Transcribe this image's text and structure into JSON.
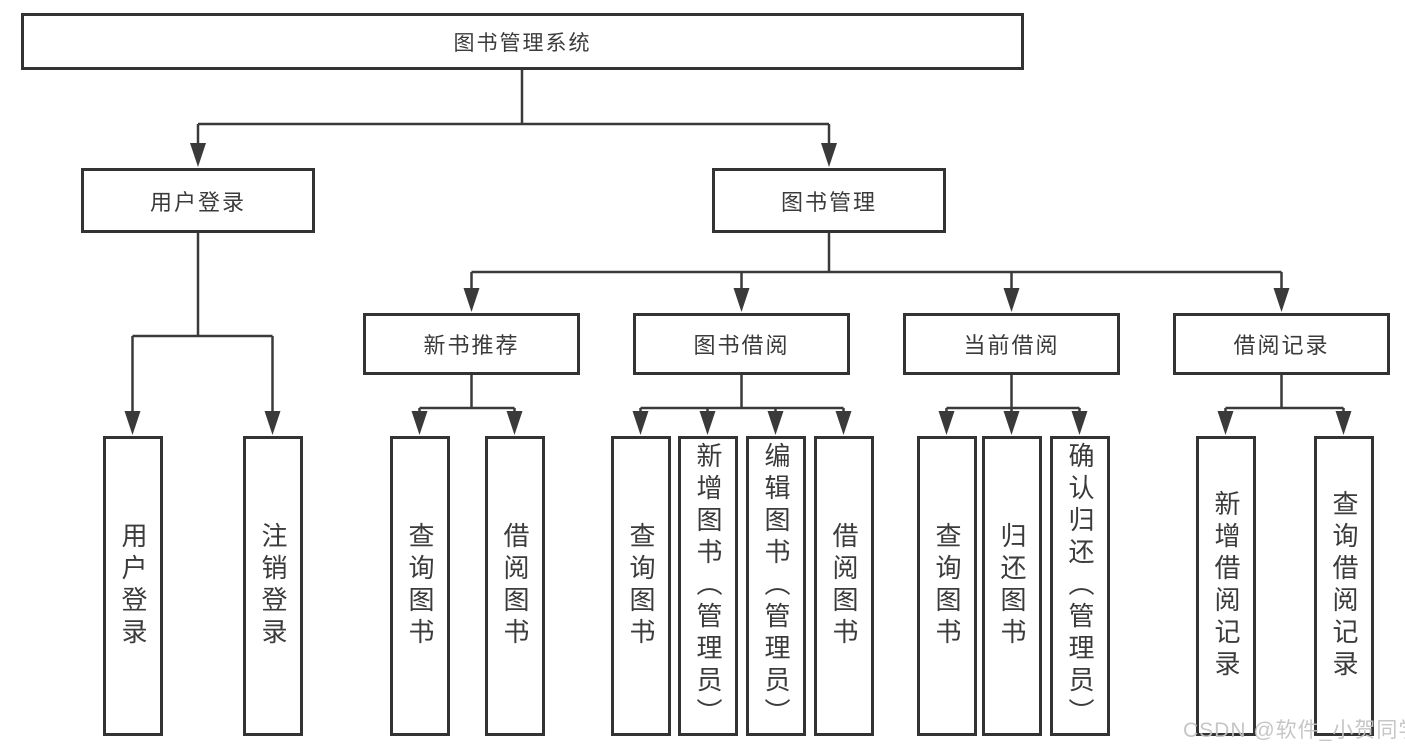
{
  "tree": {
    "root": {
      "label": "图书管理系统"
    },
    "branches": [
      {
        "label": "用户登录",
        "children": [
          {
            "label": "用户登录"
          },
          {
            "label": "注销登录"
          }
        ]
      },
      {
        "label": "图书管理",
        "children": [
          {
            "label": "新书推荐",
            "children": [
              {
                "label": "查询图书"
              },
              {
                "label": "借阅图书"
              }
            ]
          },
          {
            "label": "图书借阅",
            "children": [
              {
                "label": "查询图书"
              },
              {
                "label": "新增图书（管理员）"
              },
              {
                "label": "编辑图书（管理员）"
              },
              {
                "label": "借阅图书"
              }
            ]
          },
          {
            "label": "当前借阅",
            "children": [
              {
                "label": "查询图书"
              },
              {
                "label": "归还图书"
              },
              {
                "label": "确认归还（管理员）"
              }
            ]
          },
          {
            "label": "借阅记录",
            "children": [
              {
                "label": "新增借阅记录"
              },
              {
                "label": "查询借阅记录"
              }
            ]
          }
        ]
      }
    ]
  },
  "watermark": "CSDN @软件_小贺同学",
  "colors": {
    "line": "#3a3a3a",
    "box_border": "#333333",
    "text": "#3b3b3b",
    "watermark": "#c4c4c4",
    "background": "#ffffff"
  }
}
